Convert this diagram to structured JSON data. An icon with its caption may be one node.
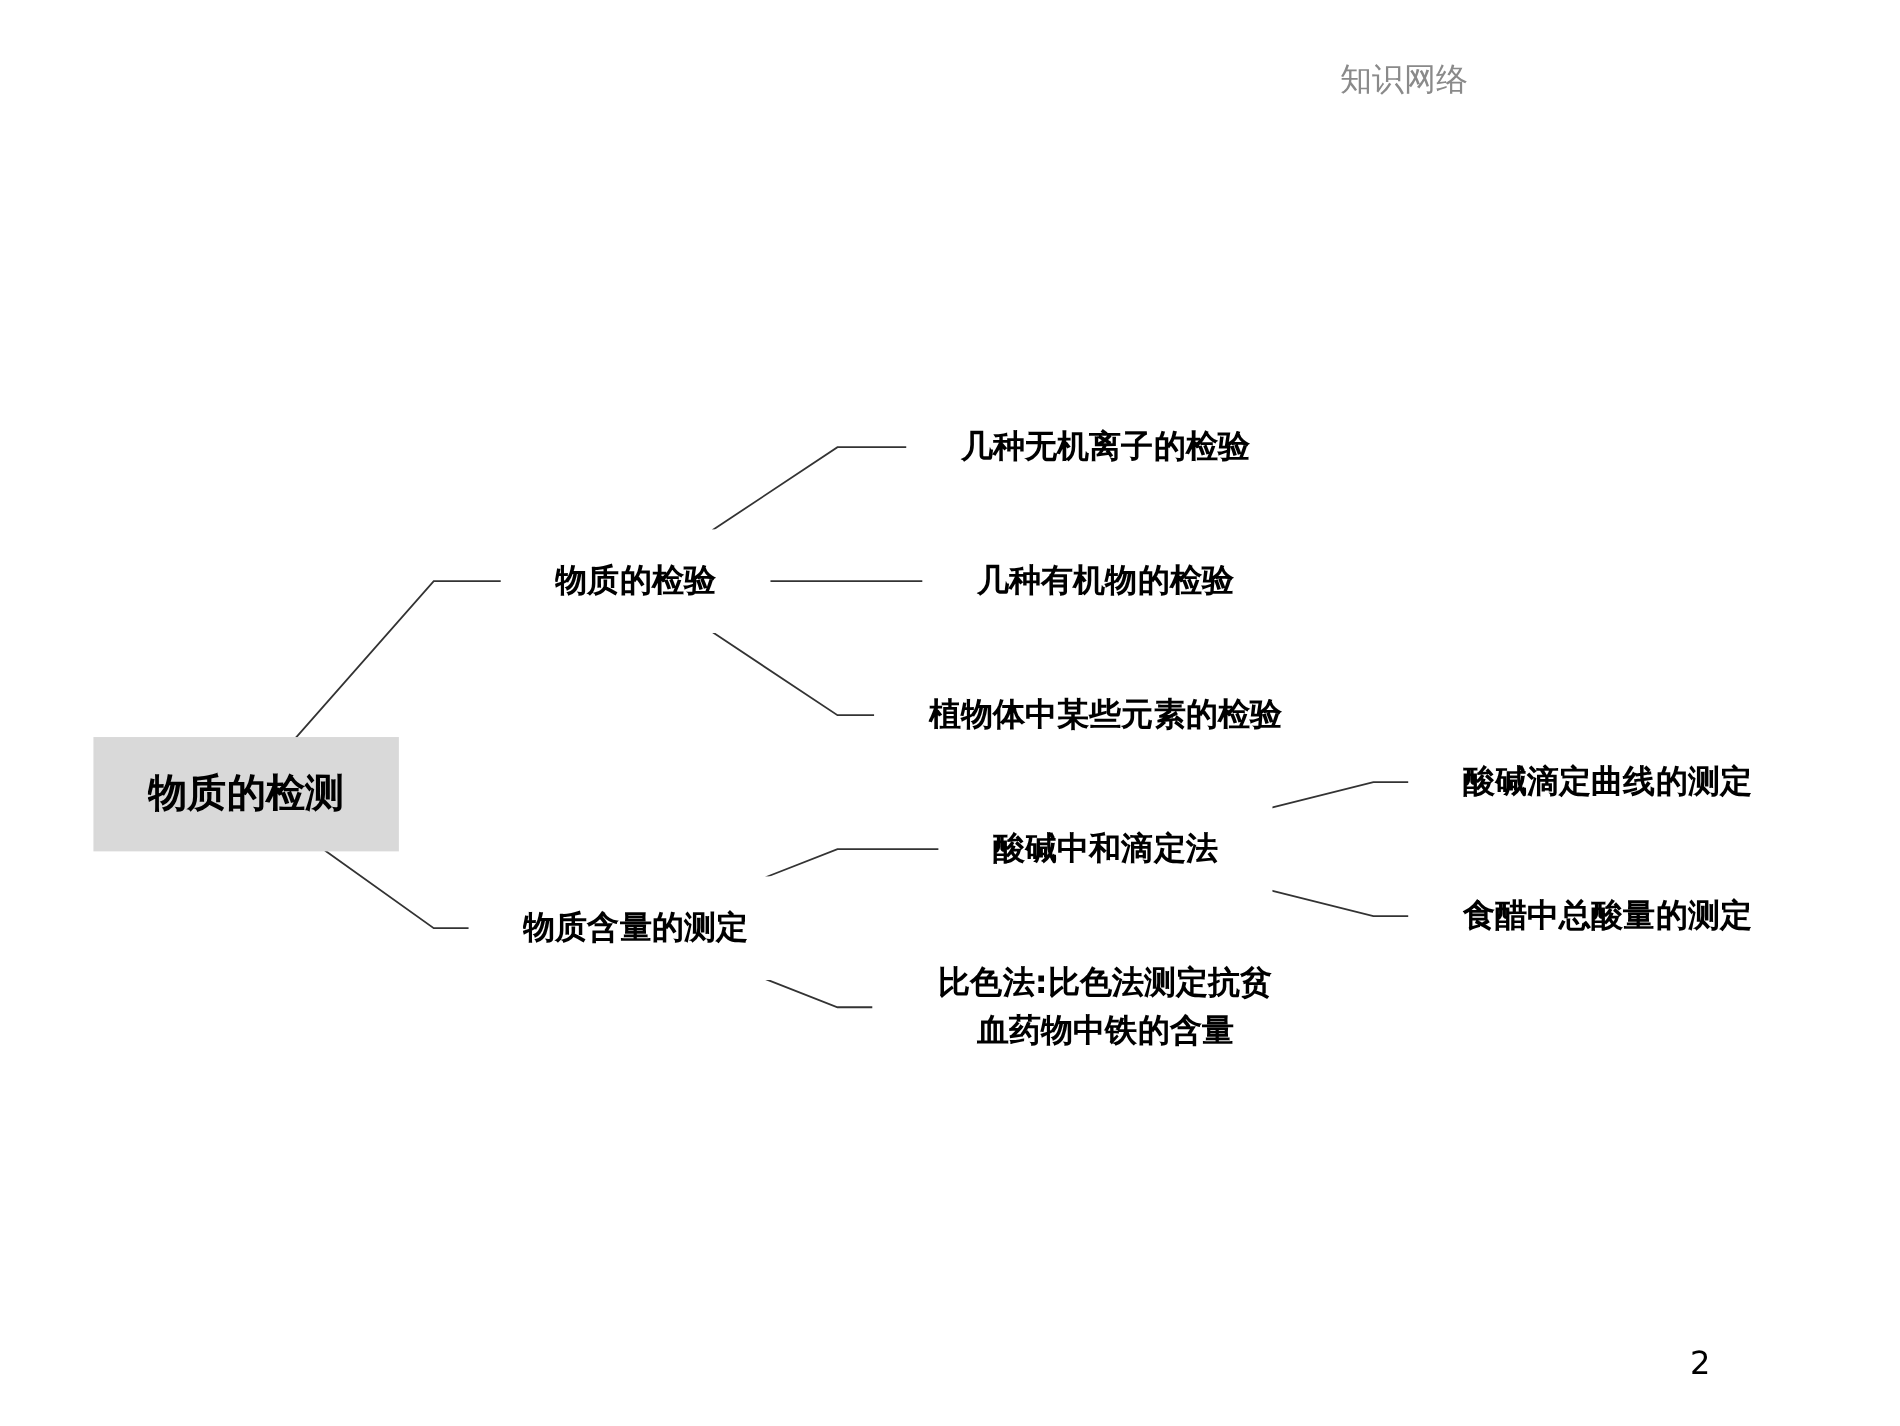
{
  "diagram": {
    "nodes": [
      {
        "text": [
          "物质的检测"
        ]
      },
      {
        "text": [
          "物质的检验"
        ]
      },
      {
        "text": [
          "几种无机离子的检验"
        ]
      },
      {
        "text": [
          "几种有机物的检验"
        ]
      },
      {
        "text": [
          "植物体中某些元素的检验"
        ]
      },
      {
        "text": [
          "物质含量的测定"
        ]
      },
      {
        "text": [
          "酸碱中和滴定法"
        ]
      },
      {
        "text": [
          "酸碱滴定曲线的测定"
        ]
      },
      {
        "text": [
          "食醋中总酸量的测定"
        ]
      },
      {
        "text": [
          "比色法:比色法测定抗贫血药物中铁的含量"
        ]
      }
    ],
    "edges": [
      {
        "from": 0,
        "to": 1,
        "arrow": "none"
      },
      {
        "from": 1,
        "to": 2,
        "arrow": "none"
      },
      {
        "from": 1,
        "to": 3,
        "arrow": "none"
      },
      {
        "from": 1,
        "to": 4,
        "arrow": "none"
      },
      {
        "from": 0,
        "to": 5,
        "arrow": "none"
      },
      {
        "from": 5,
        "to": 6,
        "arrow": "none"
      },
      {
        "from": 6,
        "to": 7,
        "arrow": "none"
      },
      {
        "from": 6,
        "to": 8,
        "arrow": "none"
      },
      {
        "from": 5,
        "to": 9,
        "arrow": "none"
      }
    ],
    "labels": [
      "知识网络",
      "2"
    ]
  }
}
